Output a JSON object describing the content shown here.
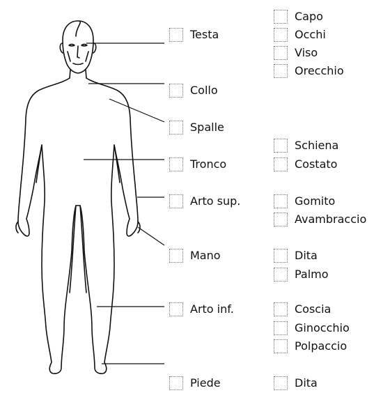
{
  "main_parts": [
    {
      "id": "testa",
      "label": "Testa"
    },
    {
      "id": "collo",
      "label": "Collo"
    },
    {
      "id": "spalle",
      "label": "Spalle"
    },
    {
      "id": "tronco",
      "label": "Tronco"
    },
    {
      "id": "arto-sup",
      "label": "Arto sup."
    },
    {
      "id": "mano",
      "label": "Mano"
    },
    {
      "id": "arto-inf",
      "label": "Arto inf."
    },
    {
      "id": "piede",
      "label": "Piede"
    }
  ],
  "sub_parts": {
    "testa": [
      "Capo",
      "Occhi",
      "Viso",
      "Orecchio"
    ],
    "tronco": [
      "Schiena",
      "Costato"
    ],
    "arto_sup": [
      "Gomito",
      "Avambraccio"
    ],
    "mano": [
      "Dita",
      "Palmo"
    ],
    "arto_inf": [
      "Coscia",
      "Ginocchio",
      "Polpaccio"
    ],
    "piede": [
      "Dita"
    ]
  }
}
